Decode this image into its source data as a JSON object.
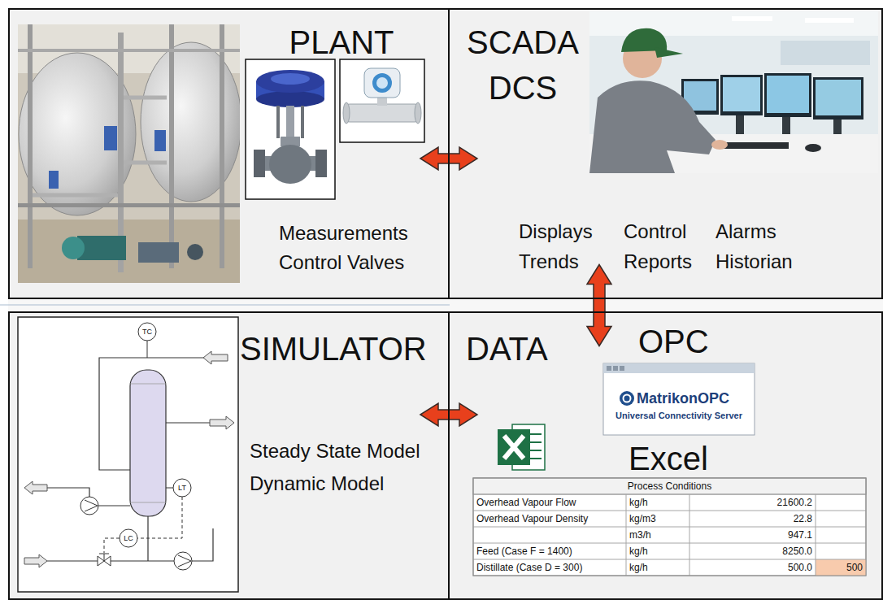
{
  "diagram": {
    "nodes": [
      {
        "text": [
          "PLANT",
          "Measurements",
          "Control Valves"
        ]
      },
      {
        "text": [
          "SCADA DCS",
          "Displays",
          "Control",
          "Alarms",
          "Trends",
          "Reports",
          "Historian"
        ]
      },
      {
        "text": [
          "SIMULATOR",
          "Steady State Model",
          "Dynamic Model"
        ]
      },
      {
        "text": [
          "DATA",
          "OPC",
          "Excel"
        ]
      }
    ],
    "edges": [
      {
        "from": 0,
        "to": 1,
        "arrow": "both"
      },
      {
        "from": 1,
        "to": 3,
        "arrow": "both"
      },
      {
        "from": 2,
        "to": 3,
        "arrow": "both"
      }
    ],
    "labels": [
      "TC",
      "LT",
      "LC",
      "MatrikonOPC",
      "Universal Connectivity Server",
      "Process Conditions",
      "Overhead Vapour Flow",
      "kg/h",
      "21600.2",
      "Overhead Vapour Density",
      "kg/m3",
      "22.8",
      "m3/h",
      "947.1",
      "Feed (Case F = 1400)",
      "kg/h",
      "8250.0",
      "Distillate (Case D = 300)",
      "kg/h",
      "500.0",
      "500"
    ]
  }
}
